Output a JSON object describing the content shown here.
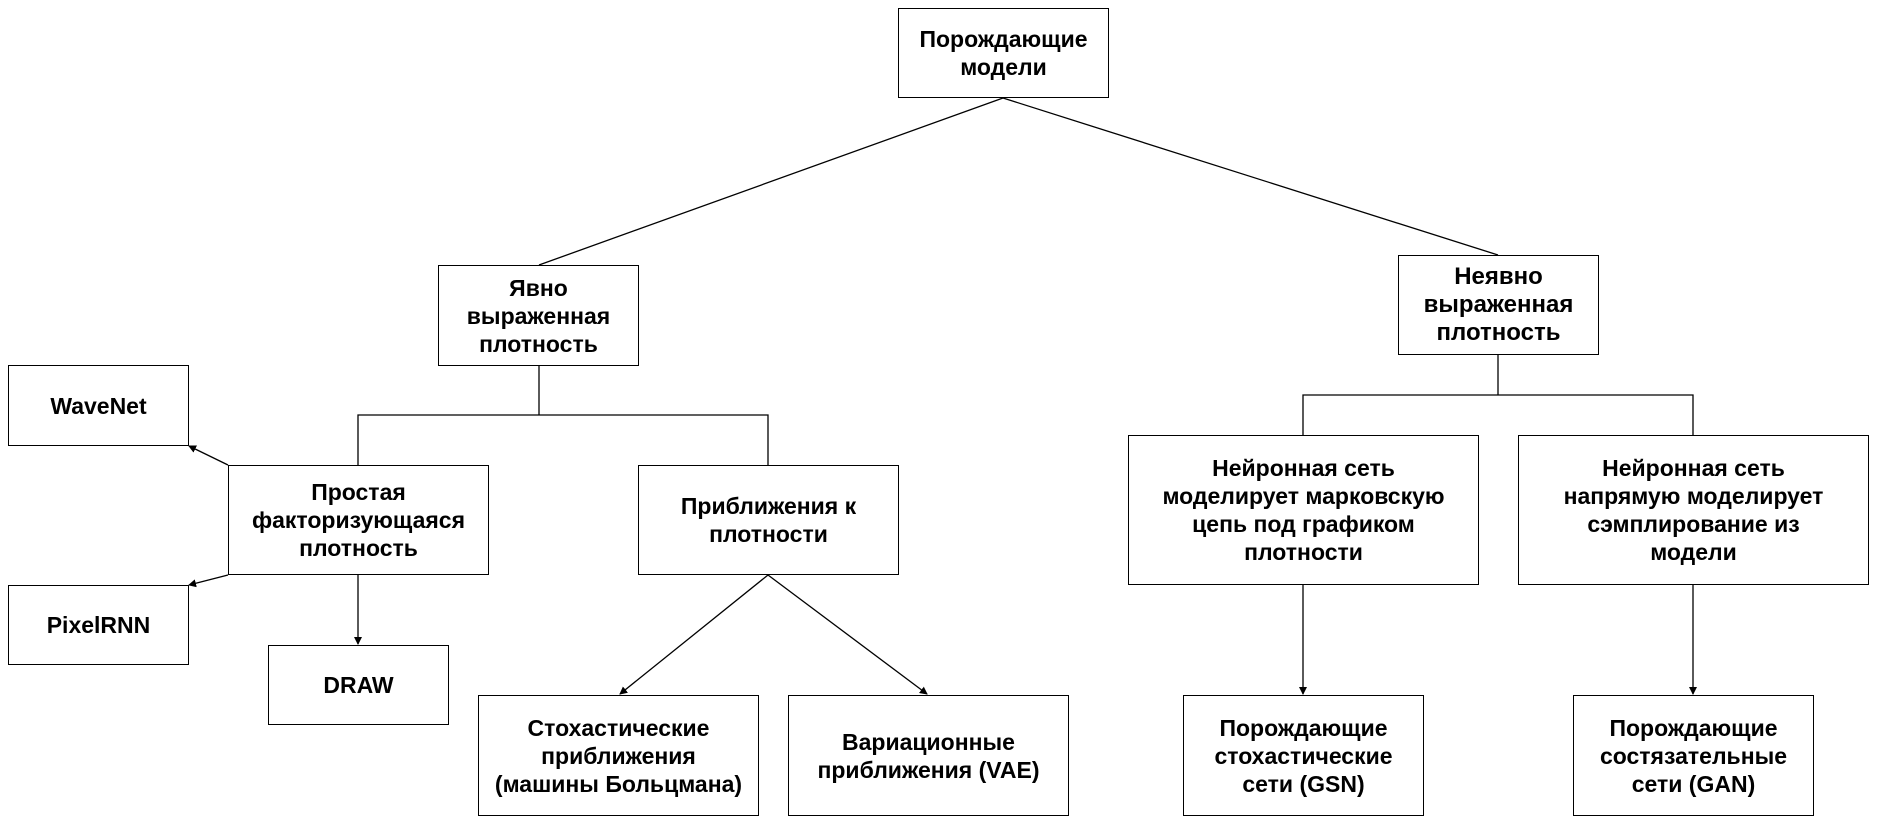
{
  "nodes": {
    "root": "Порождающие\nмодели",
    "explicit": "Явно\nвыраженная\nплотность",
    "implicit": "Неявно\nвыраженная\nплотность",
    "wavenet": "WaveNet",
    "tractable": "Простая\nфакторизующаяся\nплотность",
    "pixelrnn": "PixelRNN",
    "draw": "DRAW",
    "approximate": "Приближения к\nплотности",
    "markov": "Стохастические\nприближения\n(машины Больцмана)",
    "variational": "Вариационные\nприближения (VAE)",
    "markov_chain": "Нейронная сеть\nмоделирует марковскую\nцепь под графиком\nплотности",
    "direct": "Нейронная сеть\nнапрямую моделирует\nсэмплирование из\nмодели",
    "gsn": "Порождающие\nстохастические\nсети (GSN)",
    "gan": "Порождающие\nсостязательные\nсети (GAN)"
  }
}
